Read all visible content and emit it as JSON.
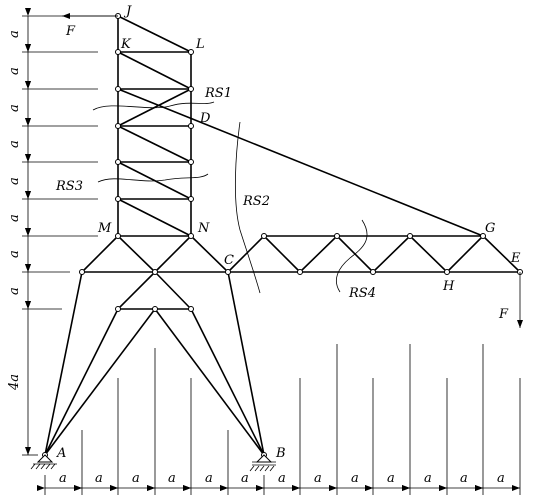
{
  "diagram": {
    "nodes": {
      "J": "J",
      "K": "K",
      "L": "L",
      "D": "D",
      "M": "M",
      "N": "N",
      "C": "C",
      "G": "G",
      "E": "E",
      "H": "H",
      "A": "A",
      "B": "B"
    },
    "sections": {
      "rs1": "RS1",
      "rs2": "RS2",
      "rs3": "RS3",
      "rs4": "RS4"
    },
    "forces": {
      "top": "F",
      "right": "F"
    },
    "dimensions": {
      "unit": "a",
      "tall": "4a"
    }
  }
}
